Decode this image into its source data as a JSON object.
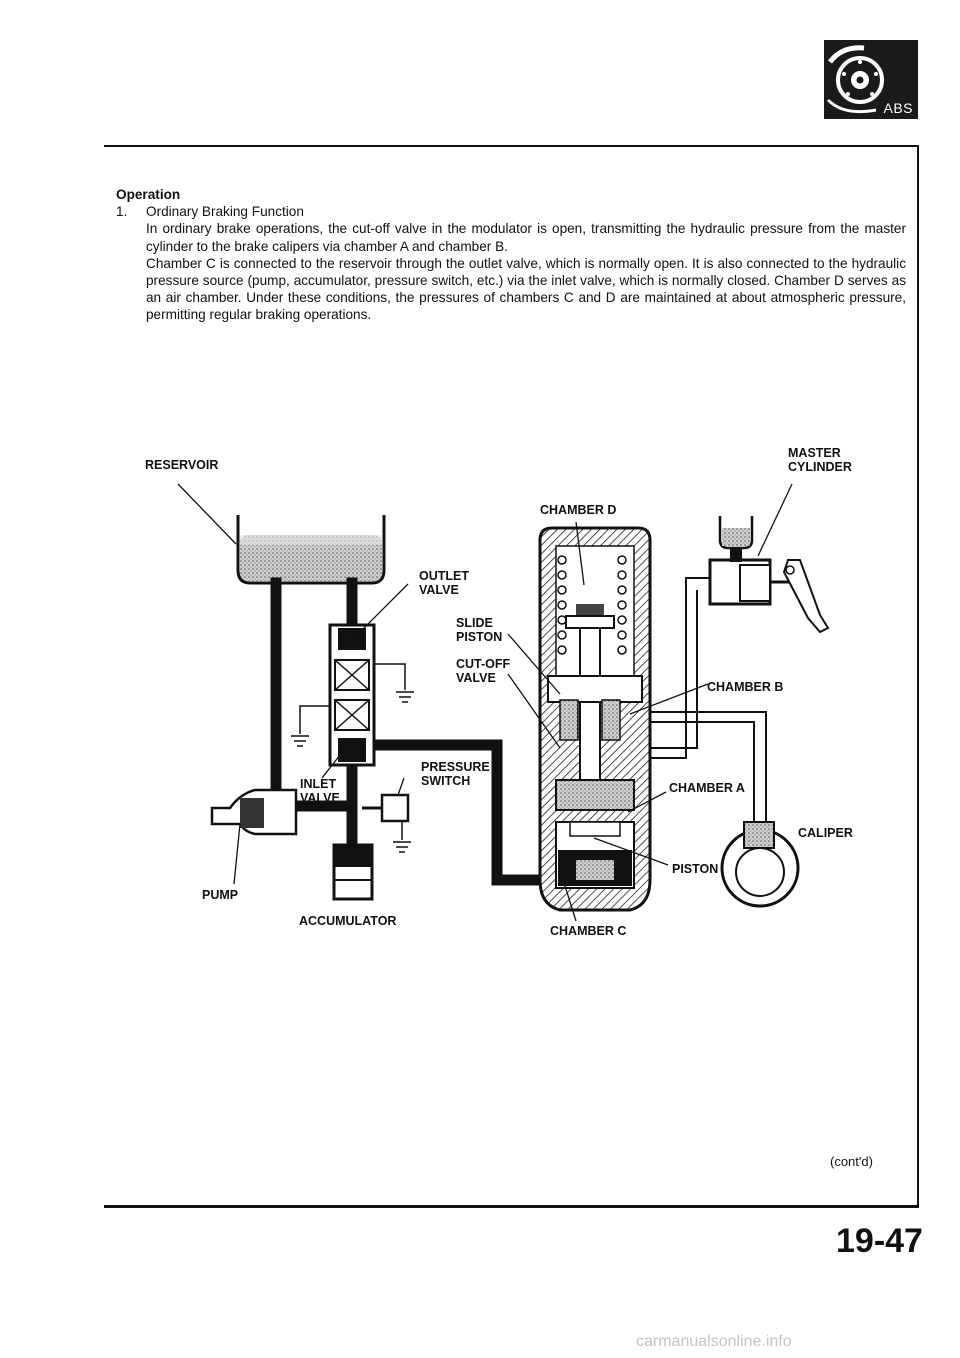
{
  "header": {
    "badge_text": "ABS",
    "badge_icon": "abs-brake-disc-icon"
  },
  "section": {
    "heading": "Operation",
    "item_number": "1.",
    "item_title": "Ordinary Braking Function",
    "paragraphs": [
      "In ordinary brake operations, the cut-off valve in the modulator is open, transmitting the hydraulic pressure from the master cylinder to the brake calipers via chamber A and chamber B.",
      "Chamber C is connected to the reservoir through the outlet valve, which is normally open. It is also connected to the hydraulic pressure source (pump, accumulator, pressure switch, etc.) via the inlet valve, which is normally closed. Chamber D serves as an air chamber. Under these conditions, the pressures of chambers C and D are maintained at about atmospheric pressure, permitting regular braking operations."
    ]
  },
  "diagram": {
    "labels": {
      "reservoir": "RESERVOIR",
      "master_cylinder_1": "MASTER",
      "master_cylinder_2": "CYLINDER",
      "chamber_d": "CHAMBER D",
      "outlet_valve_1": "OUTLET",
      "outlet_valve_2": "VALVE",
      "slide_piston_1": "SLIDE",
      "slide_piston_2": "PISTON",
      "cutoff_valve_1": "CUT-OFF",
      "cutoff_valve_2": "VALVE",
      "chamber_b": "CHAMBER B",
      "pressure_switch_1": "PRESSURE",
      "pressure_switch_2": "SWITCH",
      "inlet_valve_1": "INLET",
      "inlet_valve_2": "VALVE",
      "chamber_a": "CHAMBER A",
      "caliper": "CALIPER",
      "piston": "PISTON",
      "pump": "PUMP",
      "accumulator": "ACCUMULATOR",
      "chamber_c": "CHAMBER C"
    }
  },
  "footer": {
    "cont_note": "(cont'd)",
    "page_number": "19-47",
    "watermark": "carmanualsonline.info"
  }
}
